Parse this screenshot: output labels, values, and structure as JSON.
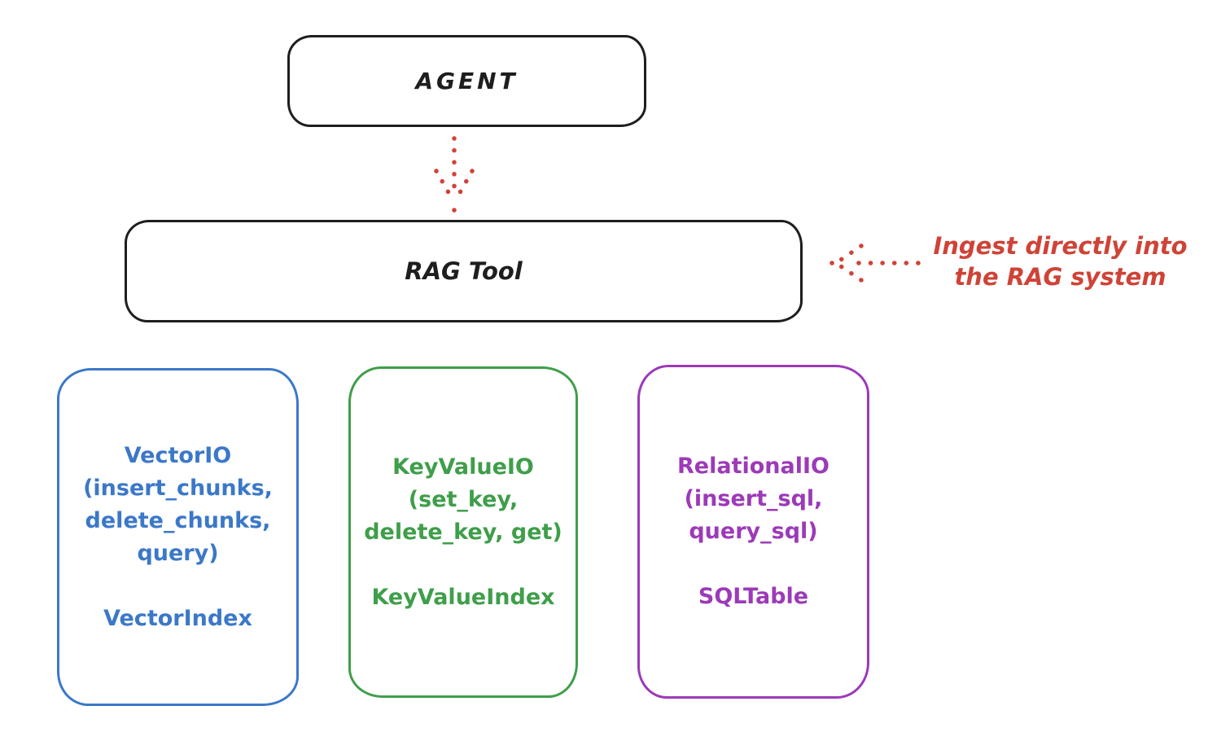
{
  "nodes": {
    "agent": {
      "label": "AGENT"
    },
    "rag_tool": {
      "label": "RAG Tool"
    }
  },
  "io_boxes": [
    {
      "id": "vector-io",
      "color": "#3b78c8",
      "lines": [
        "VectorIO",
        "(insert_chunks,",
        "delete_chunks,",
        "query)"
      ],
      "footer": "VectorIndex"
    },
    {
      "id": "keyvalue-io",
      "color": "#3f9e4a",
      "lines": [
        "KeyValueIO",
        "(set_key,",
        "delete_key, get)"
      ],
      "footer": "KeyValueIndex"
    },
    {
      "id": "relational-io",
      "color": "#9c3ab8",
      "lines": [
        "RelationalIO",
        "(insert_sql,",
        "query_sql)"
      ],
      "footer": "SQLTable"
    }
  ],
  "annotation": {
    "lines": [
      "Ingest directly into",
      "the RAG system"
    ],
    "color": "#cf4337"
  },
  "arrows": {
    "color": "#cf4337",
    "agent_to_rag": "arrow-down-dotted",
    "ingest_to_rag": "arrow-left-dotted"
  },
  "colors": {
    "stroke": "#1e1e1e",
    "background": "#ffffff",
    "blue": "#3b78c8",
    "green": "#3f9e4a",
    "purple": "#9c3ab8",
    "red": "#cf4337"
  }
}
